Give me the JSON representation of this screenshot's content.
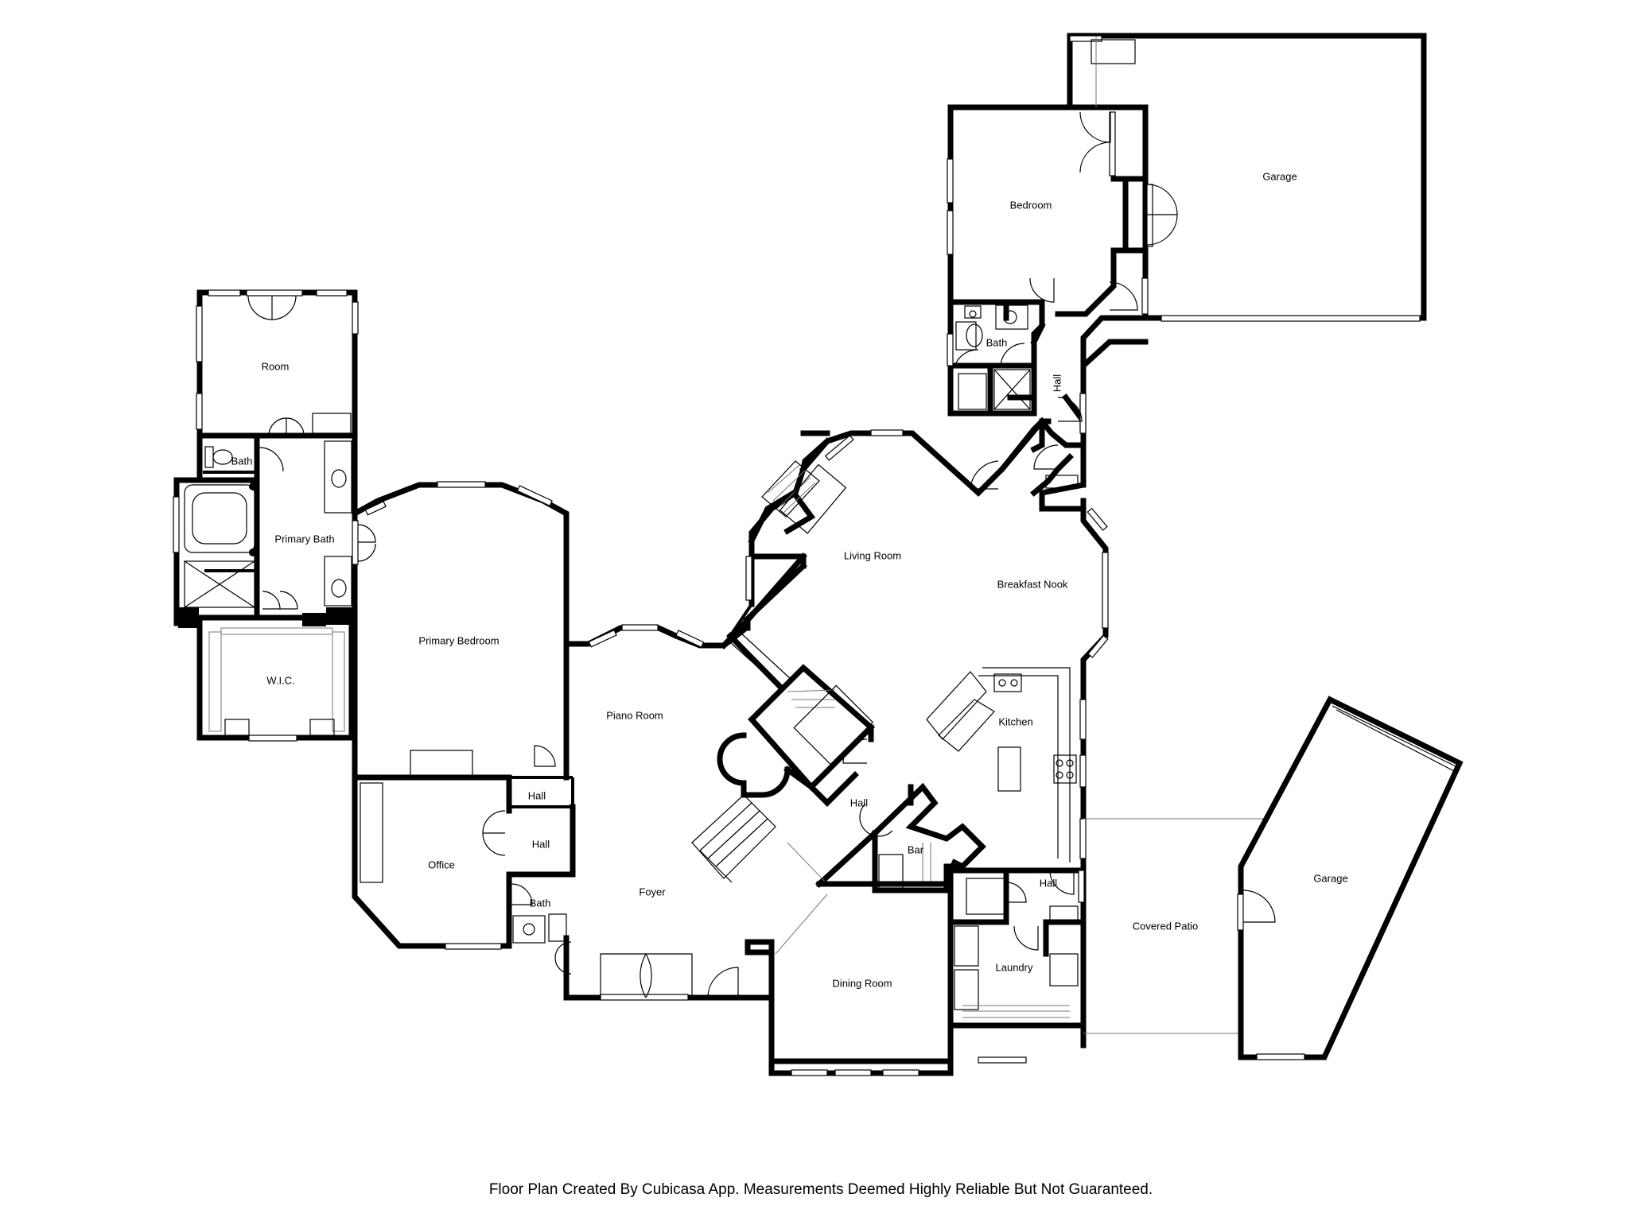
{
  "rooms": {
    "room": "Room",
    "bath_small": "Bath",
    "primary_bath": "Primary Bath",
    "wic": "W.I.C.",
    "primary_bedroom": "Primary Bedroom",
    "piano_room": "Piano Room",
    "living_room": "Living Room",
    "breakfast_nook": "Breakfast Nook",
    "bedroom": "Bedroom",
    "garage_top": "Garage",
    "bath_upper": "Bath",
    "hall_vertical": "Hall",
    "kitchen": "Kitchen",
    "hall_center": "Hall",
    "bar": "Bar",
    "hall_small": "Hall",
    "hall_office": "Hall",
    "office": "Office",
    "bath_office": "Bath",
    "foyer": "Foyer",
    "hall_right": "Hall",
    "laundry": "Laundry",
    "dining_room": "Dining Room",
    "covered_patio": "Covered Patio",
    "garage_right": "Garage"
  },
  "footer": {
    "caption": "Floor Plan Created By Cubicasa App. Measurements Deemed Highly Reliable But Not Guaranteed."
  }
}
